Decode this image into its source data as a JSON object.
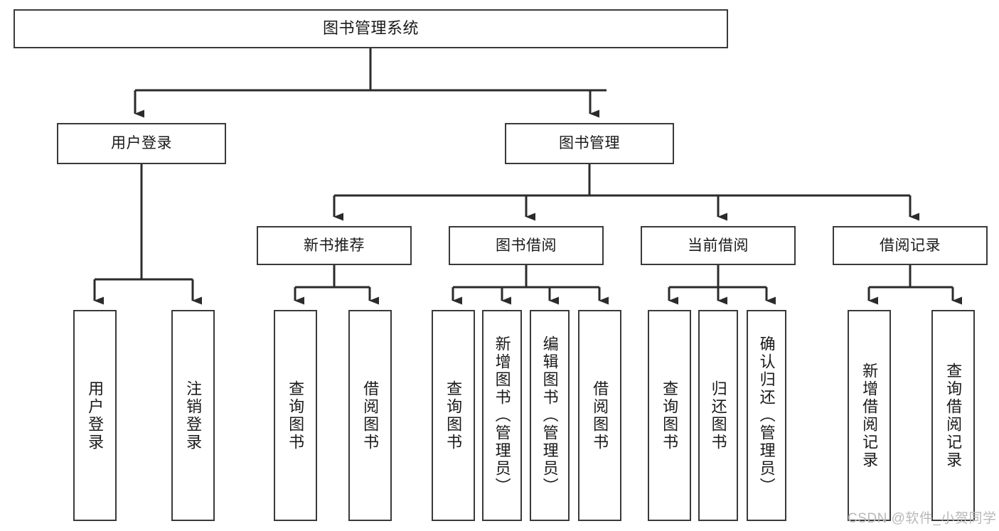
{
  "diagram": {
    "title": "图书管理系统",
    "type": "functional-structure-tree",
    "colors": {
      "node_border": "#3a3a3a",
      "node_fill": "#ffffff",
      "edge": "#2b2b2b",
      "text": "#1a1a1a",
      "watermark": "#b8b8b8",
      "background": "#ffffff"
    },
    "levels": {
      "root": {
        "label": "图书管理系统"
      },
      "level1": [
        {
          "id": "user-login",
          "label": "用户登录"
        },
        {
          "id": "book-manage",
          "label": "图书管理"
        }
      ],
      "level2": [
        {
          "id": "new-book-rec",
          "label": "新书推荐",
          "parent": "book-manage"
        },
        {
          "id": "book-borrow",
          "label": "图书借阅",
          "parent": "book-manage"
        },
        {
          "id": "current-borrow",
          "label": "当前借阅",
          "parent": "book-manage"
        },
        {
          "id": "borrow-record",
          "label": "借阅记录",
          "parent": "book-manage"
        }
      ],
      "leaves": [
        {
          "id": "leaf-user-login",
          "label": "用户登录",
          "parent": "user-login"
        },
        {
          "id": "leaf-logout",
          "label": "注销登录",
          "parent": "user-login"
        },
        {
          "id": "leaf-query-book-1",
          "label": "查询图书",
          "parent": "new-book-rec"
        },
        {
          "id": "leaf-borrow-book-1",
          "label": "借阅图书",
          "parent": "new-book-rec"
        },
        {
          "id": "leaf-query-book-2",
          "label": "查询图书",
          "parent": "book-borrow"
        },
        {
          "id": "leaf-add-book",
          "label": "新增图书（管理员）",
          "parent": "book-borrow"
        },
        {
          "id": "leaf-edit-book",
          "label": "编辑图书（管理员）",
          "parent": "book-borrow"
        },
        {
          "id": "leaf-borrow-book-2",
          "label": "借阅图书",
          "parent": "book-borrow"
        },
        {
          "id": "leaf-query-book-3",
          "label": "查询图书",
          "parent": "current-borrow"
        },
        {
          "id": "leaf-return-book",
          "label": "归还图书",
          "parent": "current-borrow"
        },
        {
          "id": "leaf-confirm-return",
          "label": "确认归还（管理员）",
          "parent": "current-borrow"
        },
        {
          "id": "leaf-add-record",
          "label": "新增借阅记录",
          "parent": "borrow-record"
        },
        {
          "id": "leaf-query-record",
          "label": "查询借阅记录",
          "parent": "borrow-record"
        }
      ]
    }
  },
  "watermark": {
    "text": "CSDN @软件_小贺同学"
  }
}
